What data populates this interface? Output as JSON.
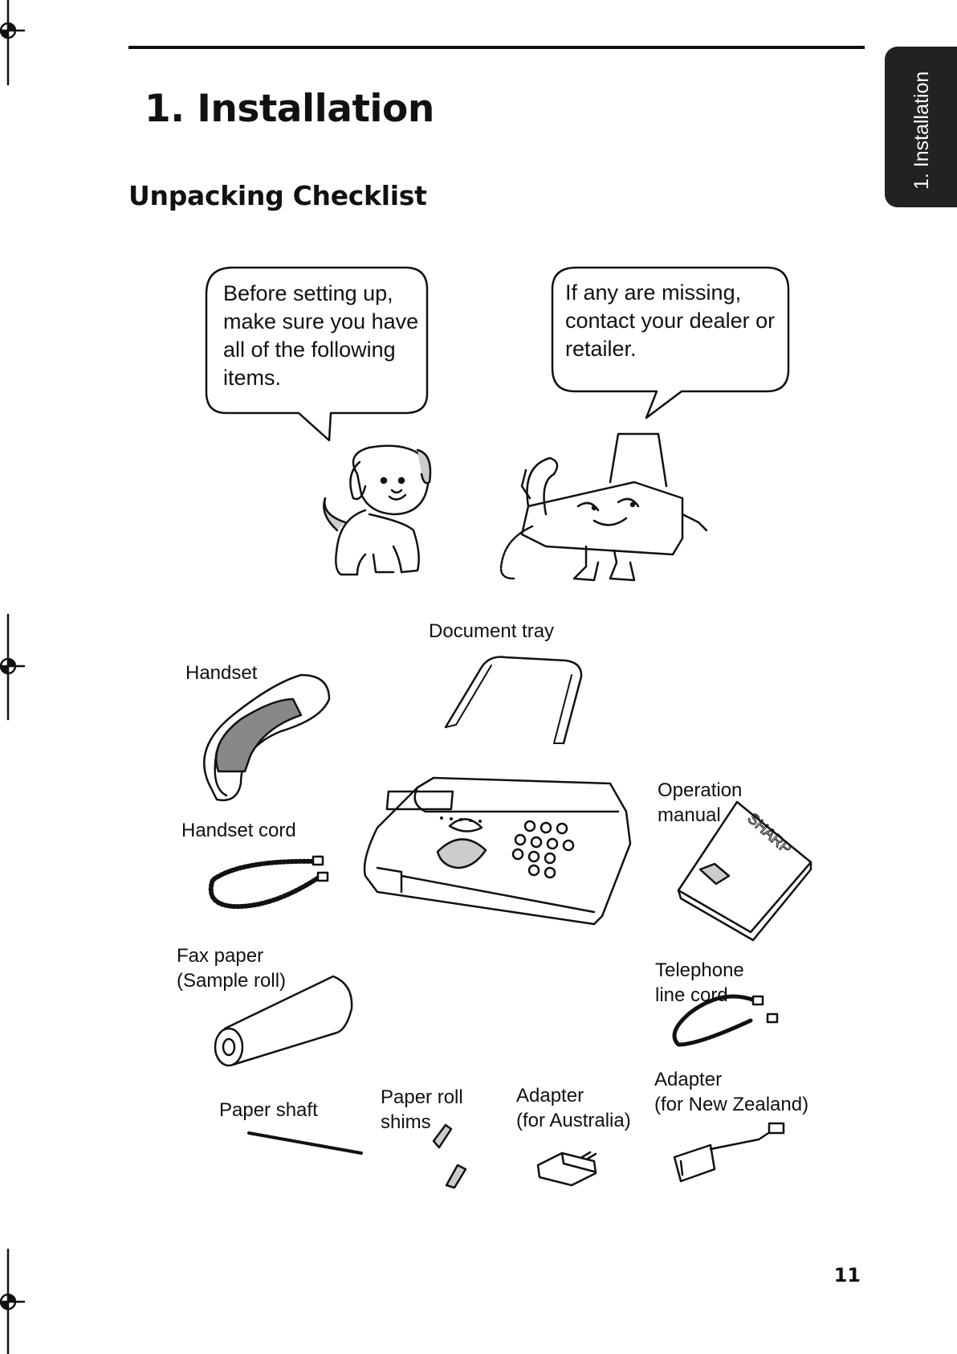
{
  "header": {
    "chapter_title": "1.  Installation",
    "section_title": "Unpacking Checklist",
    "side_tab": "1. Installation"
  },
  "bubbles": {
    "left": [
      "Before setting up,",
      "make sure you have",
      "all of the following",
      "items."
    ],
    "right": [
      "If any are missing,",
      "contact your dealer or",
      "retailer."
    ]
  },
  "items": {
    "document_tray": "Document tray",
    "handset": "Handset",
    "handset_cord": "Handset cord",
    "operation_manual": [
      "Operation",
      "manual"
    ],
    "manual_brand": "SHARP",
    "fax_paper": [
      "Fax paper",
      "(Sample roll)"
    ],
    "telephone_line_cord": [
      "Telephone",
      "line cord"
    ],
    "paper_shaft": "Paper shaft",
    "paper_roll_shims": [
      "Paper roll",
      "shims"
    ],
    "adapter_australia": [
      "Adapter",
      "(for Australia)"
    ],
    "adapter_nz": [
      "Adapter",
      "(for New Zealand)"
    ]
  },
  "footer": {
    "page_number": "11"
  }
}
